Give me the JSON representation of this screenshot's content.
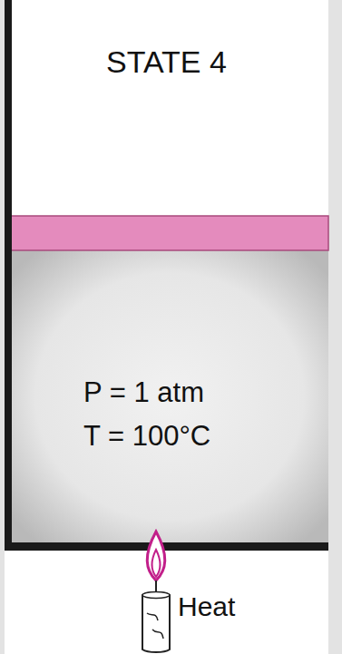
{
  "diagram": {
    "nodes": [
      {
        "text": [
          "P = 1 atm",
          "T = 100°C"
        ]
      }
    ],
    "labels": [
      "STATE 4",
      "Heat"
    ]
  }
}
